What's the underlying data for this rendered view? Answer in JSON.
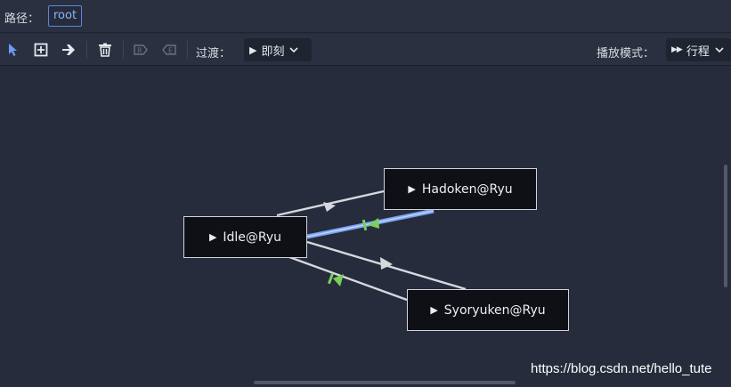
{
  "path_bar": {
    "label": "路径：",
    "root_button": "root"
  },
  "toolbar": {
    "tools": [
      {
        "name": "select-tool",
        "icon": "arrow-pointer-icon"
      },
      {
        "name": "add-node-tool",
        "icon": "plus-box-icon"
      },
      {
        "name": "connect-tool",
        "icon": "connect-arrow-icon"
      },
      {
        "name": "delete-tool",
        "icon": "trash-icon"
      },
      {
        "name": "set-start-tool",
        "icon": "start-tag-icon"
      },
      {
        "name": "set-end-tool",
        "icon": "end-tag-icon"
      }
    ],
    "transition_label": "过渡：",
    "transition_value": "即刻",
    "play_mode_label": "播放模式：",
    "play_mode_value": "行程",
    "accent_color": "#6c9ef8"
  },
  "graph": {
    "nodes": [
      {
        "id": "idle",
        "label": "Idle@Ryu"
      },
      {
        "id": "hadoken",
        "label": "Hadoken@Ryu"
      },
      {
        "id": "syoryuken",
        "label": "Syoryuken@Ryu"
      }
    ],
    "transitions": [
      {
        "from": "idle",
        "to": "hadoken",
        "type": "immediate"
      },
      {
        "from": "hadoken",
        "to": "idle",
        "type": "at-end",
        "selected": true
      },
      {
        "from": "idle",
        "to": "syoryuken",
        "type": "immediate"
      },
      {
        "from": "syoryuken",
        "to": "idle",
        "type": "at-end"
      }
    ],
    "colors": {
      "line": "#d6d8de",
      "selected_line": "#7ba4f0",
      "auto_arrow": "#7ccf5c"
    }
  },
  "watermark": "https://blog.csdn.net/hello_tute"
}
